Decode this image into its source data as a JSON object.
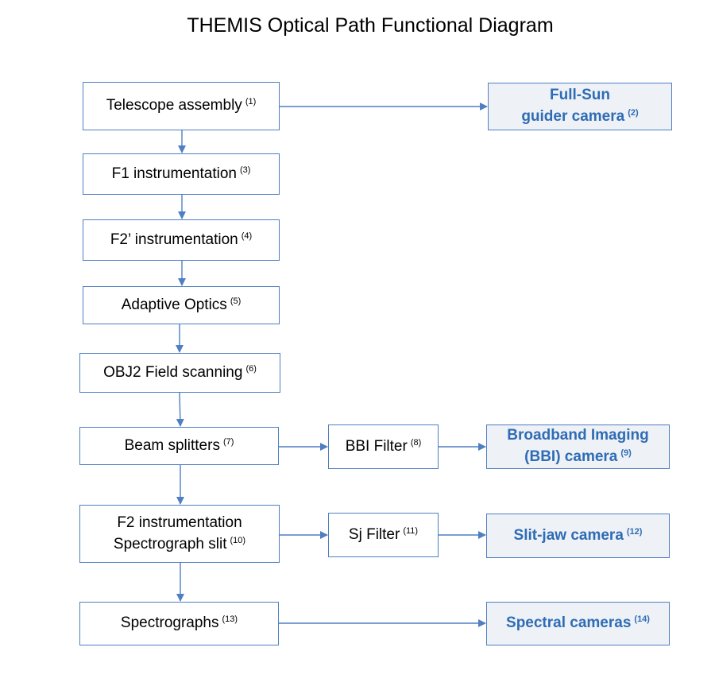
{
  "title": "THEMIS Optical Path Functional Diagram",
  "colors": {
    "border": "#4f7fc2",
    "arrow": "#4f7fc2",
    "camera_text": "#2e6cb5",
    "camera_fill": "#eef1f6"
  },
  "nodes": {
    "telescope": {
      "label": "Telescope assembly",
      "ref": "(1)"
    },
    "fullsun": {
      "line1": "Full-Sun",
      "line2": "guider camera",
      "ref": "(2)"
    },
    "f1": {
      "label": "F1 instrumentation",
      "ref": "(3)"
    },
    "f2prime": {
      "label": "F2’ instrumentation",
      "ref": "(4)"
    },
    "ao": {
      "label": "Adaptive Optics",
      "ref": "(5)"
    },
    "obj2": {
      "label": "OBJ2 Field scanning",
      "ref": "(6)"
    },
    "beam": {
      "label": "Beam splitters",
      "ref": "(7)"
    },
    "bbi_filter": {
      "label": "BBI Filter",
      "ref": "(8)"
    },
    "bbi_camera": {
      "line1": "Broadband Imaging",
      "line2": "(BBI) camera",
      "ref": "(9)"
    },
    "f2": {
      "line1": "F2 instrumentation",
      "line2": "Spectrograph slit",
      "ref": "(10)"
    },
    "sj_filter": {
      "label": "Sj Filter",
      "ref": "(11)"
    },
    "sj_camera": {
      "label": "Slit-jaw camera",
      "ref": "(12)"
    },
    "spectro": {
      "label": "Spectrographs",
      "ref": "(13)"
    },
    "spec_cams": {
      "label": "Spectral cameras",
      "ref": "(14)"
    }
  }
}
